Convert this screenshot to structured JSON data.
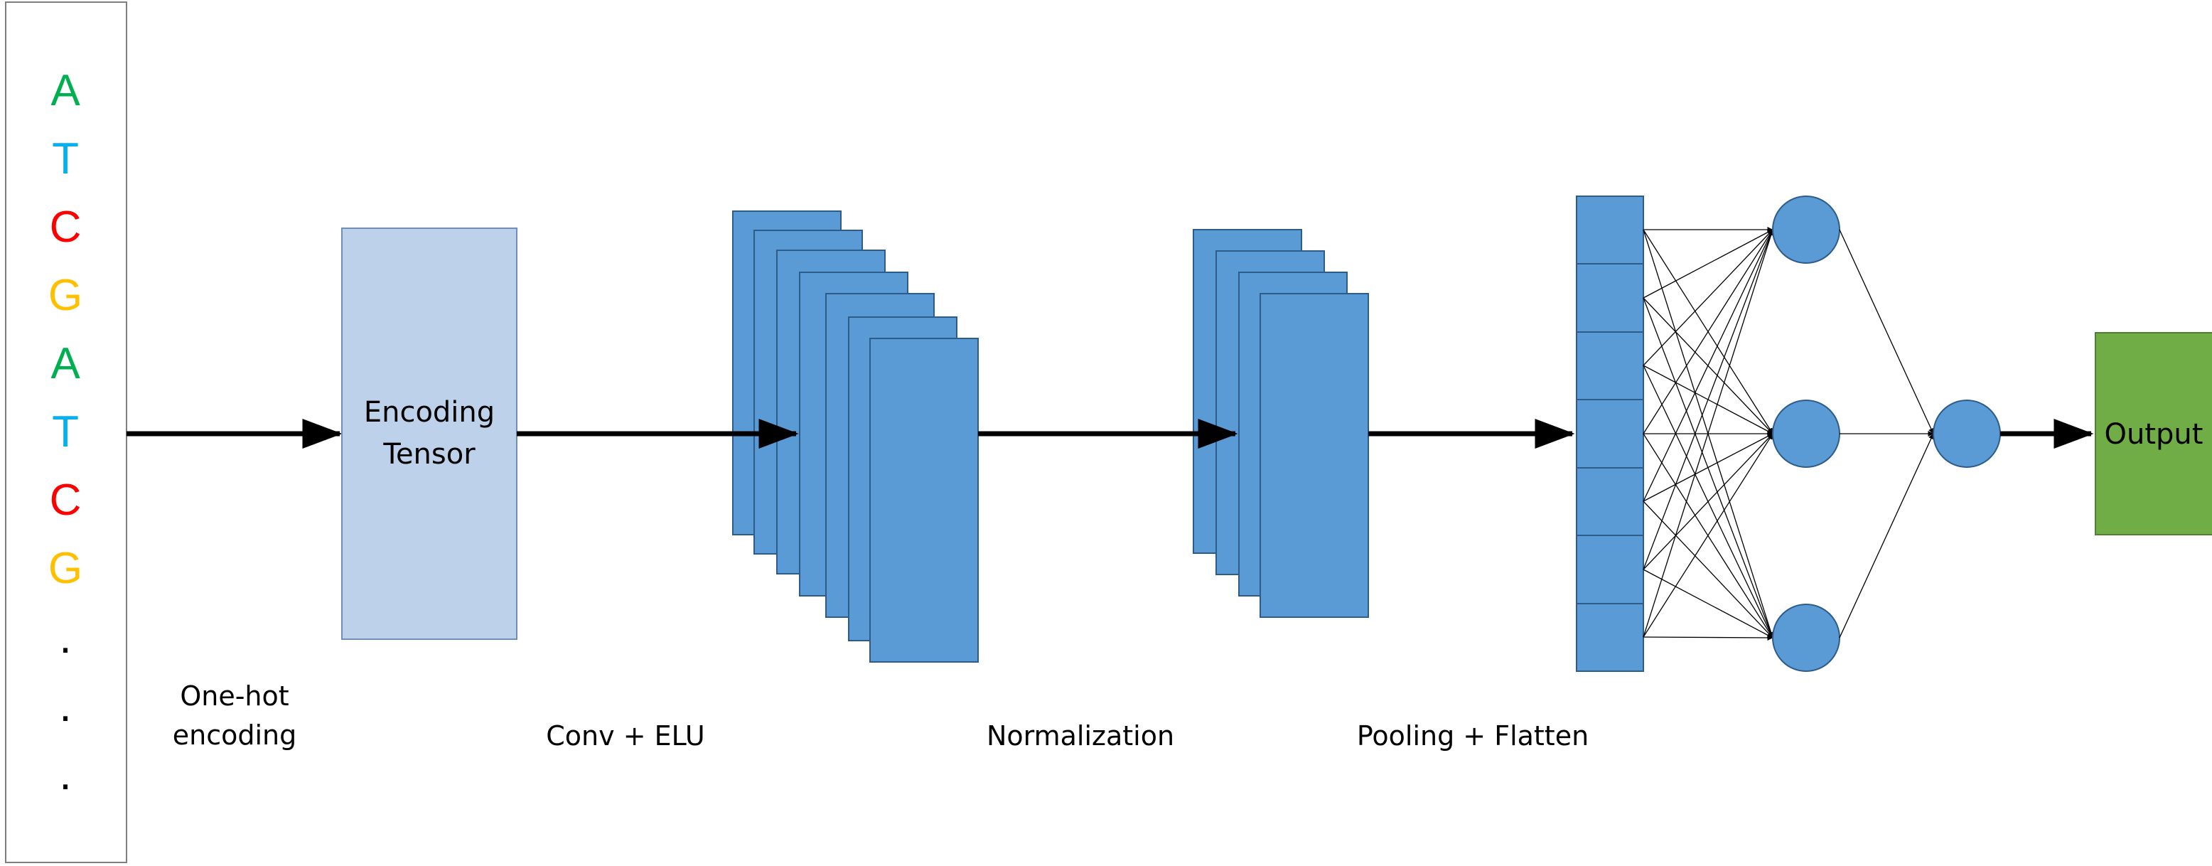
{
  "sequence": {
    "letters": [
      "A",
      "T",
      "C",
      "G",
      "A",
      "T",
      "C",
      "G"
    ],
    "ellipsis": [
      ".",
      ".",
      "."
    ]
  },
  "labels": {
    "one_hot_line1": "One-hot",
    "one_hot_line2": "encoding",
    "encoding_tensor_line1": "Encoding",
    "encoding_tensor_line2": "Tensor",
    "conv_elu": "Conv + ELU",
    "normalization": "Normalization",
    "pooling_flatten": "Pooling + Flatten",
    "output": "Output"
  },
  "colors": {
    "A": "#00b050",
    "T": "#00b0f0",
    "C": "#ff0000",
    "G": "#ffc000",
    "tensor_fill": "#bdd1ea",
    "layer_fill": "#5b9bd5",
    "layer_stroke": "#2e5c8a",
    "output_fill": "#70ad47",
    "output_stroke": "#507e32",
    "arrow": "#000000"
  }
}
